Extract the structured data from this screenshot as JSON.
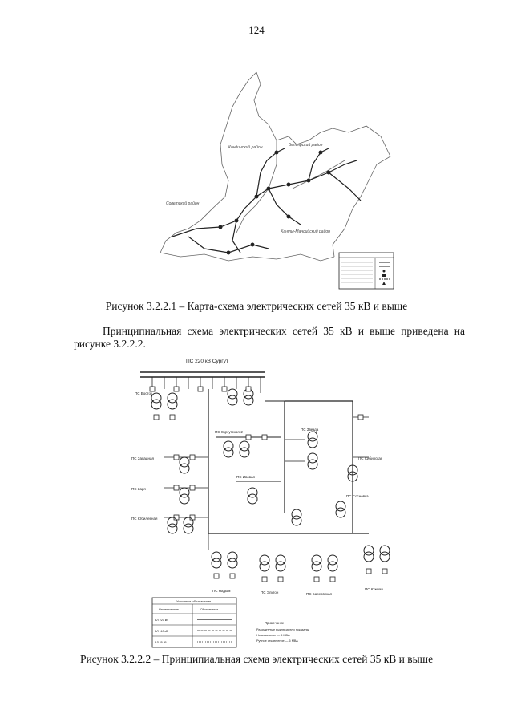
{
  "page": {
    "number": "124"
  },
  "figure1": {
    "caption": "Рисунок 3.2.2.1 – Карта-схема электрических сетей 35 кВ и выше",
    "map_labels": {
      "north_west_district": "Кондинский район",
      "north_east_district": "Белоярский район",
      "west_district": "Советский район",
      "south_district": "Ханты-Мансийский район"
    }
  },
  "paragraph": "Принципиальная схема электрических сетей 35 кВ и выше приведена на рисунке 3.2.2.2.",
  "figure2": {
    "caption": "Рисунок 3.2.2.2 – Принципиальная схема электрических сетей 35 кВ и выше",
    "labels": {
      "main_bus": "ПС 220 кВ Сургут",
      "sub_top_left": "ПС Восток",
      "sub_left_1": "ПС Западная",
      "sub_left_2": "ПС Заря",
      "sub_left_3": "ПС Юбилейная",
      "sub_center": "ПС Сургутская-2",
      "sub_center_2": "ПС Ивовая",
      "sub_right_top": "ПС Звезда",
      "sub_right_1": "ПС Сибирская",
      "sub_right_2": "ПС Сосновка",
      "sub_bottom_1": "ПС Надым",
      "sub_bottom_2": "ПС Эльгон",
      "sub_bottom_3": "ПС Барсовская",
      "sub_bottom_4": "ПС Южная"
    },
    "legend_table": {
      "title": "Условные обозначения",
      "col1": "Наименование",
      "col2": "Обозначение",
      "rows": [
        "ВЛ 220 кВ",
        "ВЛ 110 кВ",
        "ВЛ 35 кВ"
      ]
    },
    "notes": {
      "title": "Примечание",
      "line1": "Разомкнутые выключатели показаны",
      "line2": "Номинальное — 5 МВА",
      "line3": "Ручное отключение — 6 МВА"
    }
  },
  "colors": {
    "ink": "#222222",
    "paper": "#ffffff"
  }
}
